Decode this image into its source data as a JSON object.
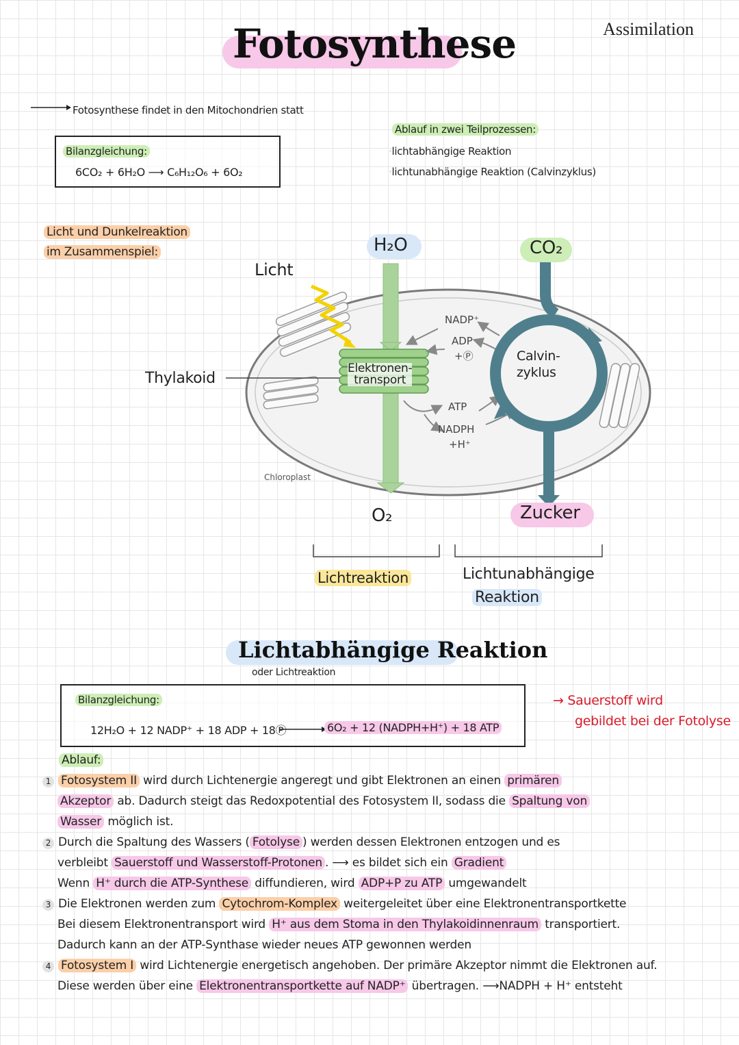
{
  "header": {
    "title": "Fotosynthese",
    "corner_label": "Assimilation"
  },
  "note_location": "Fotosynthese findet in den Mitochondrien statt",
  "balance_box": {
    "label": "Bilanzgleichung:",
    "equation": "6CO₂ + 6H₂O ⟶ C₆H₁₂O₆ + 6O₂"
  },
  "process": {
    "heading": "Ablauf in zwei Teilprozessen:",
    "items": [
      "lichtabhängige Reaktion",
      "lichtunabhängige Reaktion (Calvinzyklus)"
    ]
  },
  "interplay": {
    "line1": "Licht und Dunkelreaktion",
    "line2": "im Zusammenspiel:"
  },
  "diagram": {
    "light": "Licht",
    "water": "H₂O",
    "co2": "CO₂",
    "thylakoid": "Thylakoid",
    "chloroplast": "Chloroplast",
    "electron_transport": "Elektronen-\ntransport",
    "nadp": "NADP⁺",
    "adp": "ADP",
    "pi": "+Ⓟ",
    "atp": "ATP",
    "nadph": "NADPH",
    "hplus": "+H⁺",
    "calvin": "Calvin-\nzyklus",
    "o2": "O₂",
    "sugar": "Zucker",
    "light_reaction": "Lichtreaktion",
    "dark_reaction_1": "Lichtunabhängige",
    "dark_reaction_2": "Reaktion",
    "colors": {
      "green": "#a9d39a",
      "teal": "#4f7f8c",
      "yellow": "#f2d300"
    }
  },
  "light_section": {
    "title": "Lichtabhängige Reaktion",
    "subtitle": "oder Lichtreaktion",
    "box_label": "Bilanzgleichung:",
    "equation_left": "12H₂O + 12 NADP⁺ + 18 ADP + 18Ⓟ",
    "equation_right": "6O₂ + 12 (NADPH+H⁺) + 18 ATP",
    "side_note_1": "→ Sauerstoff wird",
    "side_note_2": "gebildet bei der Fotolyse"
  },
  "procedure": {
    "label": "Ablauf:",
    "s1_num": "1",
    "s1_a": "Fotosystem II",
    "s1_b": " wird durch Lichtenergie angeregt und gibt Elektronen an einen ",
    "s1_c": "primären",
    "s1_d": "Akzeptor",
    "s1_e": " ab. Dadurch steigt das Redoxpotential des Fotosystem II, sodass die ",
    "s1_f": "Spaltung von",
    "s1_g": "Wasser",
    "s1_h": " möglich ist.",
    "s2_num": "2",
    "s2_a": "Durch die Spaltung des Wassers (",
    "s2_b": "Fotolyse",
    "s2_c": ") werden dessen Elektronen entzogen und es",
    "s2_d": "verbleibt ",
    "s2_e": "Sauerstoff und Wasserstoff-Protonen",
    "s2_f": ".  ⟶  es bildet sich ein ",
    "s2_g": "Gradient",
    "s2_h": "Wenn ",
    "s2_i": "H⁺ durch die ATP-Synthese",
    "s2_j": " diffundieren, wird ",
    "s2_k": "ADP+P zu ATP",
    "s2_l": " umgewandelt",
    "s3_num": "3",
    "s3_a": "Die Elektronen werden zum ",
    "s3_b": "Cytochrom-Komplex",
    "s3_c": " weitergeleitet über eine Elektronentransportkette",
    "s3_d": "Bei diesem Elektronentransport wird ",
    "s3_e": "H⁺ aus dem Stoma in den Thylakoidinnenraum",
    "s3_f": " transportiert.",
    "s3_g": "Dadurch kann an der ATP-Synthase wieder neues ATP gewonnen werden",
    "s4_num": "4",
    "s4_a": "Fotosystem I",
    "s4_b": " wird Lichtenergie energetisch angehoben. Der primäre Akzeptor nimmt die Elektronen auf.",
    "s4_c": "Diese werden über eine ",
    "s4_d": "Elektronentransportkette auf NADP⁺",
    "s4_e": " übertragen. ⟶NADPH + H⁺ entsteht"
  }
}
